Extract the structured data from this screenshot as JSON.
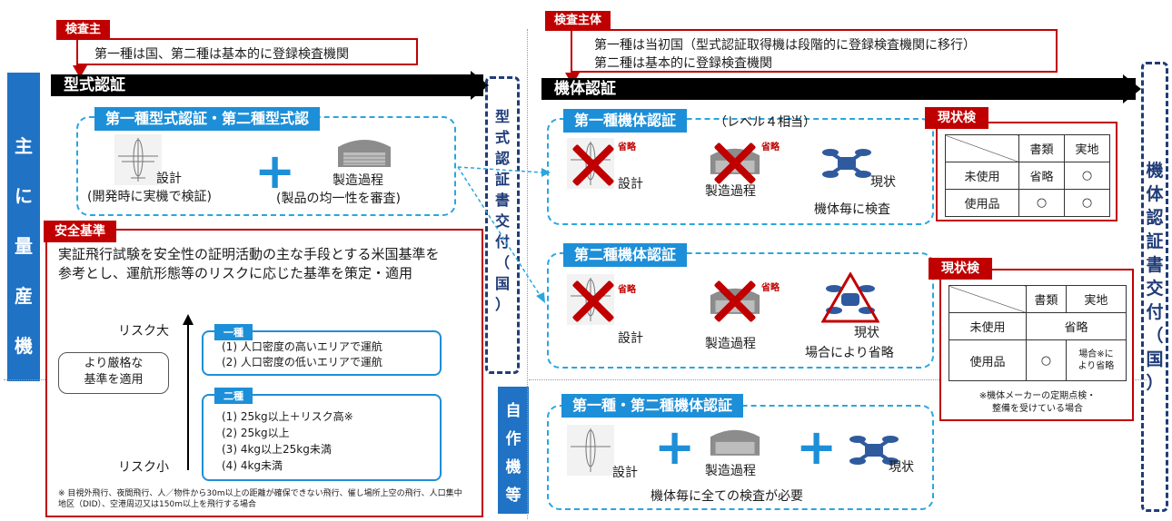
{
  "left_vertical": [
    "主",
    "に",
    "量",
    "産",
    "機"
  ],
  "inspector_tag": "検査主",
  "inspector_text": "第一種は国、第二種は基本的に登録検査機関",
  "type_cert_bar": "型式認証",
  "type_cert_tag": "第一種型式認証・第二種型式認",
  "design_label": "設計",
  "design_sub": "(開発時に実機で検証)",
  "mfg_label": "製造過程",
  "mfg_sub": "(製品の均一性を審査)",
  "safety_tag": "安全基準",
  "safety_text": "実証飛行試験を安全性の証明活動の主な手段とする米国基準を参考とし、運航形態等のリスクに応じた基準を策定・適用",
  "risk_high": "リスク大",
  "risk_low": "リスク小",
  "stricter": "より厳格な\n基準を適用",
  "class1_tag": "一種",
  "class1_items": [
    "(1) 人口密度の高いエリアで運航",
    "(2) 人口密度の低いエリアで運航"
  ],
  "class2_tag": "二種",
  "class2_items": [
    "(1) 25kg以上＋リスク高※",
    "(2) 25kg以上",
    "(3) 4kg以上25kg未満",
    "(4) 4kg未満"
  ],
  "footnote": "※ 目視外飛行、夜間飛行、人／物件から30m以上の距離が確保できない飛行、催し場所上空の飛行、人口集中地区（DID）、空港周辺又は150m以上を飛行する場合",
  "mid_vertical": [
    "型",
    "式",
    "認",
    "証",
    "書",
    "交",
    "付",
    "（",
    "国",
    "）"
  ],
  "self_made_vertical": [
    "自",
    "作",
    "機",
    "等"
  ],
  "inspector2_tag": "検査主体",
  "inspector2_lines": [
    "第一種は当初国（型式認証取得機は段階的に登録検査機関に移行）",
    "第二種は基本的に登録検査機関"
  ],
  "airframe_bar": "機体認証",
  "class1_air_tag": "第一種機体認証",
  "class1_air_note": "（レベル４相当）",
  "omit_small": "省略",
  "design2": "設計",
  "mfg2": "製造過程",
  "status2": "現状",
  "each_inspect": "機体毎に検査",
  "status_check_tag": "現状検",
  "table1": {
    "headers": [
      "書類",
      "実地"
    ],
    "rows": [
      [
        "未使用",
        "省略",
        "○"
      ],
      [
        "使用品",
        "○",
        "○"
      ]
    ]
  },
  "class2_air_tag": "第二種機体認証",
  "status_omit": "場合により省略",
  "table2": {
    "headers": [
      "書類",
      "実地"
    ],
    "row_unused": [
      "未使用",
      "省略"
    ],
    "row_used": [
      "使用品",
      "○",
      "場合※に\nより省略"
    ]
  },
  "table2_note": "※機体メーカーの定期点検・\n整備を受けている場合",
  "both_air_tag": "第一種・第二種機体認証",
  "all_inspect": "機体毎に全ての検査が必要",
  "right_vertical": [
    "機",
    "体",
    "認",
    "証",
    "書",
    "交",
    "付",
    "（",
    "国",
    "）"
  ],
  "colors": {
    "red": "#c00000",
    "blue": "#1d8fd8",
    "navy": "#203c78",
    "leftbar": "#1f72c4"
  }
}
